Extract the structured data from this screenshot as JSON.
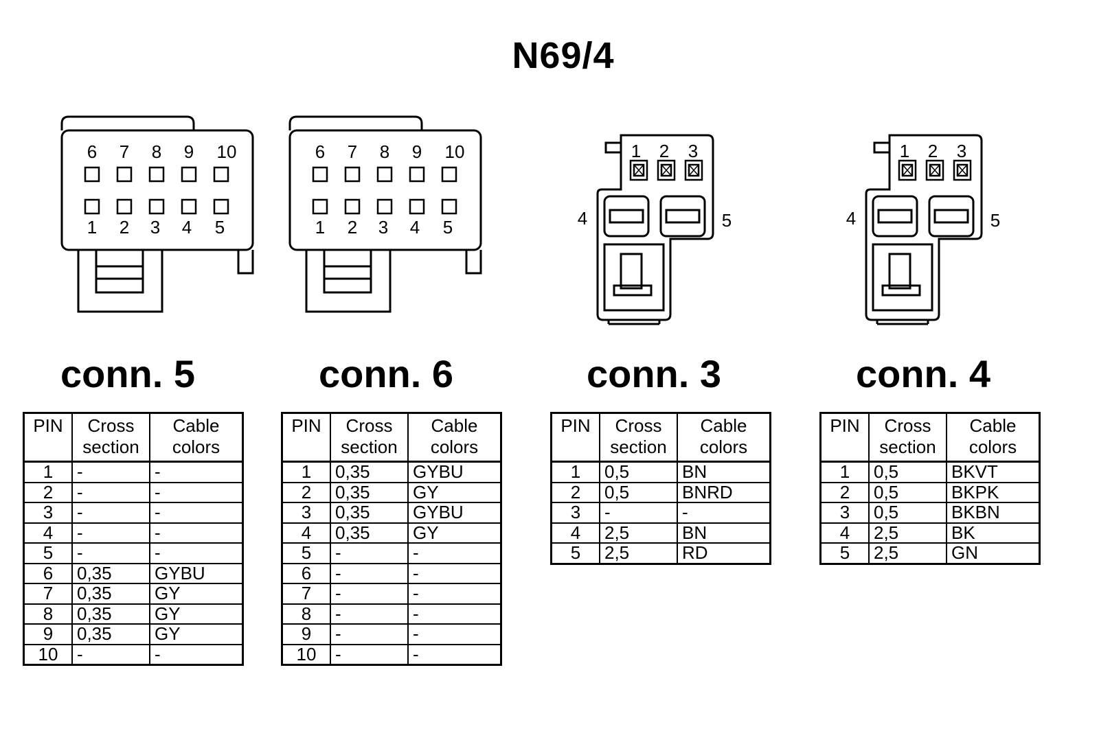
{
  "title": "N69/4",
  "connectors": [
    {
      "name": "conn. 5",
      "pin_labels_top": [
        "6",
        "7",
        "8",
        "9",
        "10"
      ],
      "pin_labels_bottom": [
        "1",
        "2",
        "3",
        "4",
        "5"
      ],
      "headers": [
        "PIN",
        "Cross section",
        "Cable colors"
      ],
      "rows": [
        [
          "1",
          "-",
          "-"
        ],
        [
          "2",
          "-",
          "-"
        ],
        [
          "3",
          "-",
          "-"
        ],
        [
          "4",
          "-",
          "-"
        ],
        [
          "5",
          "-",
          "-"
        ],
        [
          "6",
          "0,35",
          "GYBU"
        ],
        [
          "7",
          "0,35",
          "GY"
        ],
        [
          "8",
          "0,35",
          "GY"
        ],
        [
          "9",
          "0,35",
          "GY"
        ],
        [
          "10",
          "-",
          "-"
        ]
      ]
    },
    {
      "name": "conn. 6",
      "pin_labels_top": [
        "6",
        "7",
        "8",
        "9",
        "10"
      ],
      "pin_labels_bottom": [
        "1",
        "2",
        "3",
        "4",
        "5"
      ],
      "headers": [
        "PIN",
        "Cross section",
        "Cable colors"
      ],
      "rows": [
        [
          "1",
          "0,35",
          "GYBU"
        ],
        [
          "2",
          "0,35",
          "GY"
        ],
        [
          "3",
          "0,35",
          "GYBU"
        ],
        [
          "4",
          "0,35",
          "GY"
        ],
        [
          "5",
          "-",
          "-"
        ],
        [
          "6",
          "-",
          "-"
        ],
        [
          "7",
          "-",
          "-"
        ],
        [
          "8",
          "-",
          "-"
        ],
        [
          "9",
          "-",
          "-"
        ],
        [
          "10",
          "-",
          "-"
        ]
      ]
    },
    {
      "name": "conn. 3",
      "pin_labels_top": [
        "1",
        "2",
        "3"
      ],
      "pin_label_left": "4",
      "pin_label_right": "5",
      "headers": [
        "PIN",
        "Cross section",
        "Cable colors"
      ],
      "rows": [
        [
          "1",
          "0,5",
          "BN"
        ],
        [
          "2",
          "0,5",
          "BNRD"
        ],
        [
          "3",
          "-",
          "-"
        ],
        [
          "4",
          "2,5",
          "BN"
        ],
        [
          "5",
          "2,5",
          "RD"
        ]
      ]
    },
    {
      "name": "conn. 4",
      "pin_labels_top": [
        "1",
        "2",
        "3"
      ],
      "pin_label_left": "4",
      "pin_label_right": "5",
      "headers": [
        "PIN",
        "Cross section",
        "Cable colors"
      ],
      "rows": [
        [
          "1",
          "0,5",
          "BKVT"
        ],
        [
          "2",
          "0,5",
          "BKPK"
        ],
        [
          "3",
          "0,5",
          "BKBN"
        ],
        [
          "4",
          "2,5",
          "BK"
        ],
        [
          "5",
          "2,5",
          "GN"
        ]
      ]
    }
  ]
}
